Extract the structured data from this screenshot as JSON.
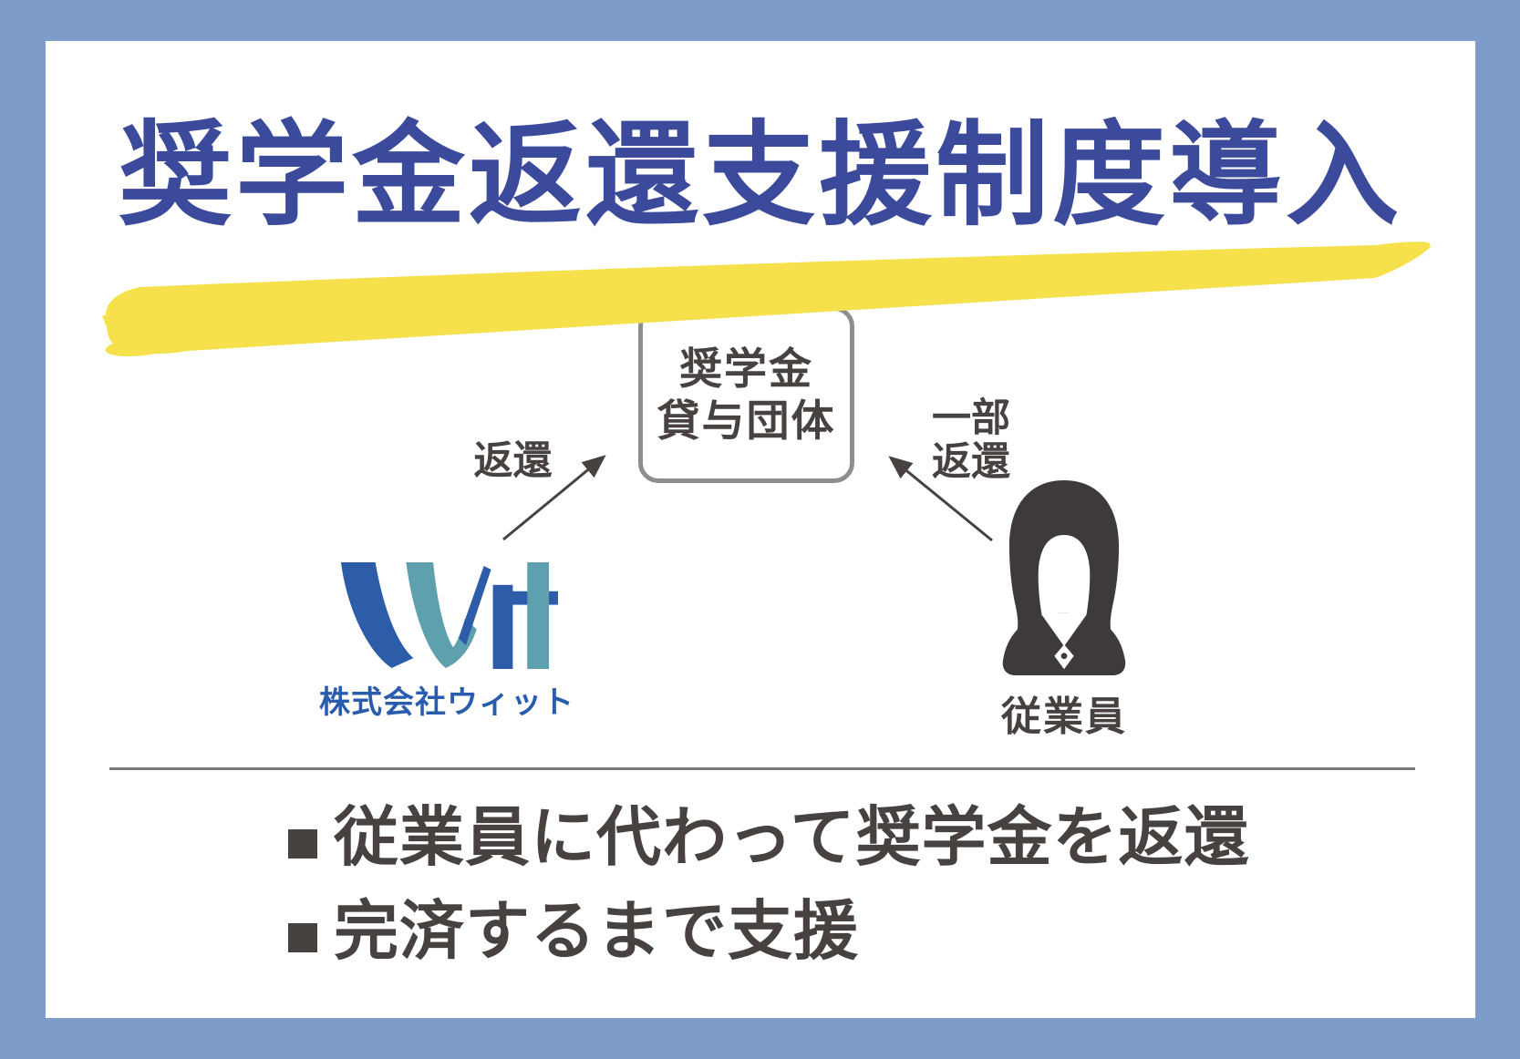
{
  "title": "奨学金返還支援制度導入",
  "diagram": {
    "org_box": {
      "line1": "奨学金",
      "line2": "貸与団体"
    },
    "left_arrow_label": "返還",
    "right_arrow_label": {
      "line1": "一部",
      "line2": "返還"
    },
    "company": {
      "wordmark": "Wit",
      "name": "株式会社ウィット"
    },
    "employee": {
      "label": "従業員"
    }
  },
  "bullets": [
    "従業員に代わって奨学金を返還",
    "完済するまで支援"
  ],
  "colors": {
    "frame_border": "#7E9CC9",
    "title_blue": "#3C4A9C",
    "highlight_yellow": "#F6E14D",
    "text_dark": "#474140",
    "box_border": "#8E8E8E",
    "logo_blue": "#2D5CA9",
    "logo_teal": "#5FA0AE"
  }
}
